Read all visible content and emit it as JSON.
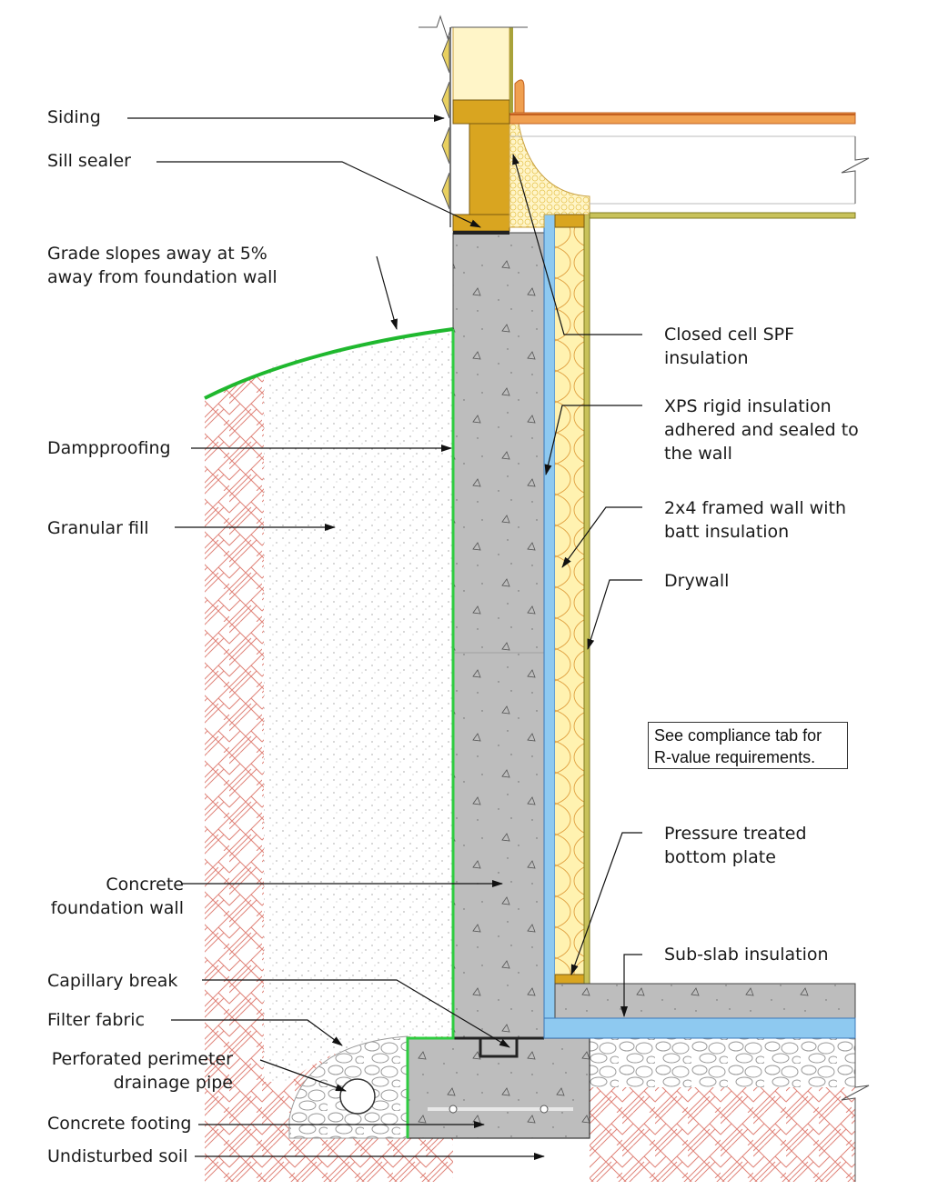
{
  "labels": {
    "siding": "Siding",
    "sill_sealer": "Sill sealer",
    "grade_slopes": "Grade slopes away at 5%\naway from foundation wall",
    "dampproofing": "Dampproofing",
    "granular_fill": "Granular fill",
    "concrete_wall": "Concrete\nfoundation wall",
    "capillary_break": "Capillary break",
    "filter_fabric": "Filter fabric",
    "drainage_pipe": "Perforated perimeter\ndrainage pipe",
    "concrete_footing": "Concrete footing",
    "undisturbed_soil": "Undisturbed soil",
    "closed_cell_spf": "Closed cell SPF\ninsulation",
    "xps_rigid": "XPS rigid insulation\nadhered and sealed to\nthe wall",
    "framed_wall": "2x4 framed wall with\nbatt insulation",
    "drywall": "Drywall",
    "bottom_plate": "Pressure treated\nbottom plate",
    "sub_slab": "Sub-slab insulation"
  },
  "note": "See compliance tab for\nR-value requirements.",
  "colors": {
    "concrete": "#bdbdbd",
    "soil_hatch": "#e0847a",
    "dampproofing": "#2ecc40",
    "xps": "#8ec9f0",
    "batt": "#fff2b0",
    "wood": "#d9a520",
    "drywall": "#a8a23a",
    "spf": "#fff5c8"
  }
}
